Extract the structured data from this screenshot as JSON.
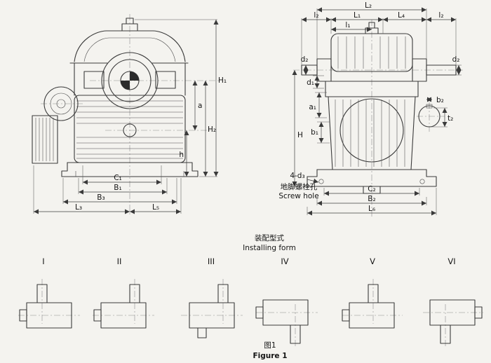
{
  "page": {
    "background": "#f4f3ef",
    "line_color": "#3b3b3b"
  },
  "labels": {
    "H1": "H₁",
    "H2": "H₂",
    "a": "a",
    "h": "h",
    "C1": "C₁",
    "B1": "B₁",
    "B3": "B₃",
    "L3": "L₃",
    "L5": "L₅",
    "L2": "L₂",
    "l2": "l₂",
    "L1": "L₁",
    "L4": "L₄",
    "l1": "l₁",
    "d2": "d₂",
    "d1": "d₁",
    "a1": "a₁",
    "b1": "b₁",
    "H": "H",
    "b2": "b₂",
    "t2": "t₂",
    "C2": "C₂",
    "B2": "B₂",
    "L6": "L₆",
    "d3_note": "4-d₃",
    "screw_hole_zh": "地脚螺栓孔",
    "screw_hole_en": "Screw hole"
  },
  "installing": {
    "title_zh": "装配型式",
    "title_en": "Installing form",
    "forms": [
      {
        "numeral": "I"
      },
      {
        "numeral": "II"
      },
      {
        "numeral": "III"
      },
      {
        "numeral": "IV"
      },
      {
        "numeral": "V"
      },
      {
        "numeral": "VI"
      }
    ]
  },
  "caption": {
    "zh": "图1",
    "en": "Figure 1"
  }
}
